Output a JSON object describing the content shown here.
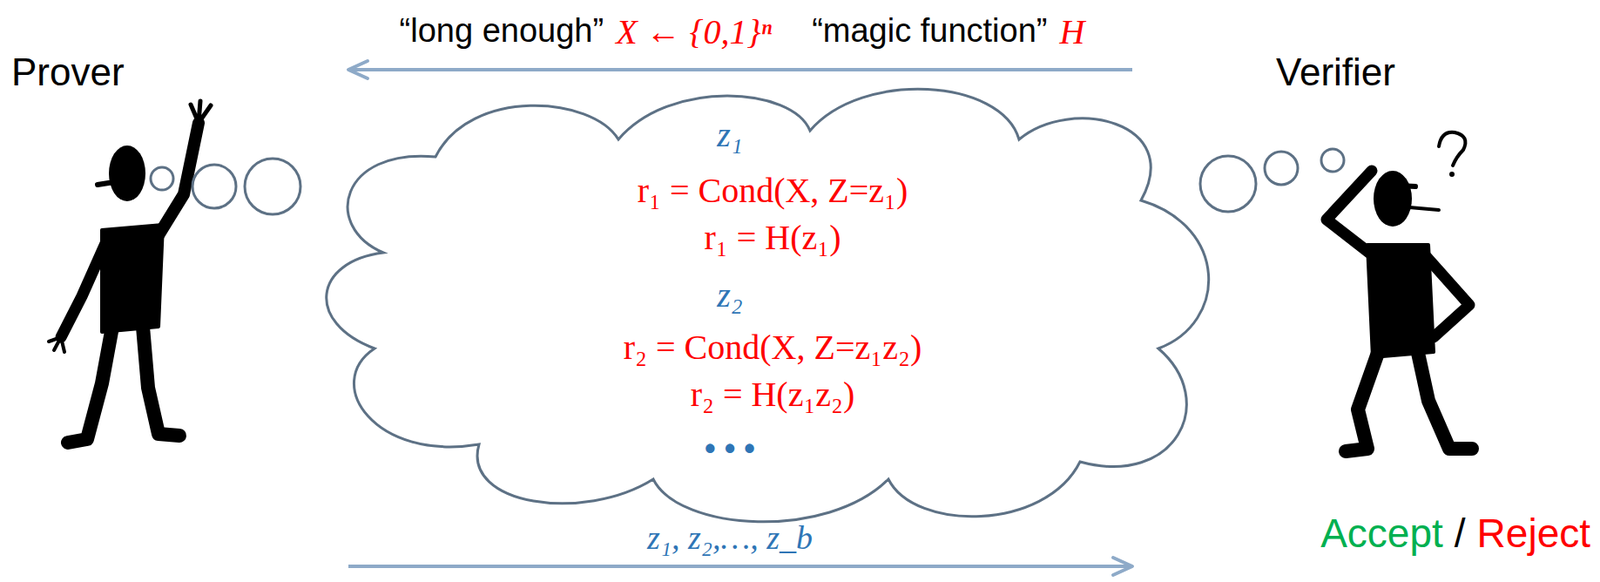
{
  "diagram": {
    "nodes": [
      {
        "text": [
          "Prover"
        ]
      },
      {
        "text": [
          "z₁",
          "r₁ = Cond(X, Z=z₁)",
          "r₁ = H(z₁)",
          "z₂",
          "r₂ = Cond(X, Z=z₁z₂)",
          "r₂ = H(z₁z₂)",
          "• • •"
        ]
      },
      {
        "text": [
          "Verifier"
        ]
      }
    ],
    "edges": [
      {
        "from": 2,
        "to": 0,
        "arrow": "to",
        "label": "“long enough”"
      },
      {
        "from": 0,
        "to": 2,
        "arrow": "to",
        "label": "z₁, z₂,…, z_b"
      }
    ],
    "labels": [
      "X ← {0,1}ⁿ",
      "“magic function”",
      "H",
      "Accept",
      "/",
      "Reject"
    ]
  }
}
